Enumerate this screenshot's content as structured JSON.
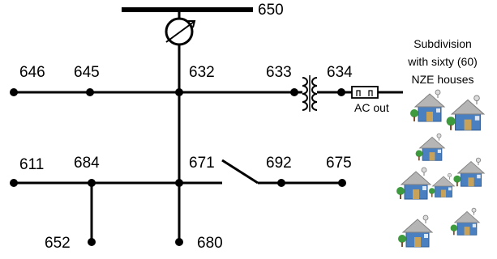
{
  "diagram": {
    "buses": {
      "b650": "650",
      "b646": "646",
      "b645": "645",
      "b632": "632",
      "b633": "633",
      "b634": "634",
      "b611": "611",
      "b684": "684",
      "b671": "671",
      "b692": "692",
      "b675": "675",
      "b652": "652",
      "b680": "680"
    },
    "ac_out": "AC out",
    "subdivision": {
      "line1": "Subdivision",
      "line2": "with sixty (60)",
      "line3": "NZE houses"
    },
    "icons": [
      "regulator-icon",
      "transformer-icon",
      "inverter-icon",
      "house-icon"
    ],
    "colors": {
      "line": "#000000",
      "roof": "#b5b5b5",
      "wall": "#4a7fc0",
      "door": "#c9a25a",
      "tree": "#3d9a3d"
    }
  }
}
